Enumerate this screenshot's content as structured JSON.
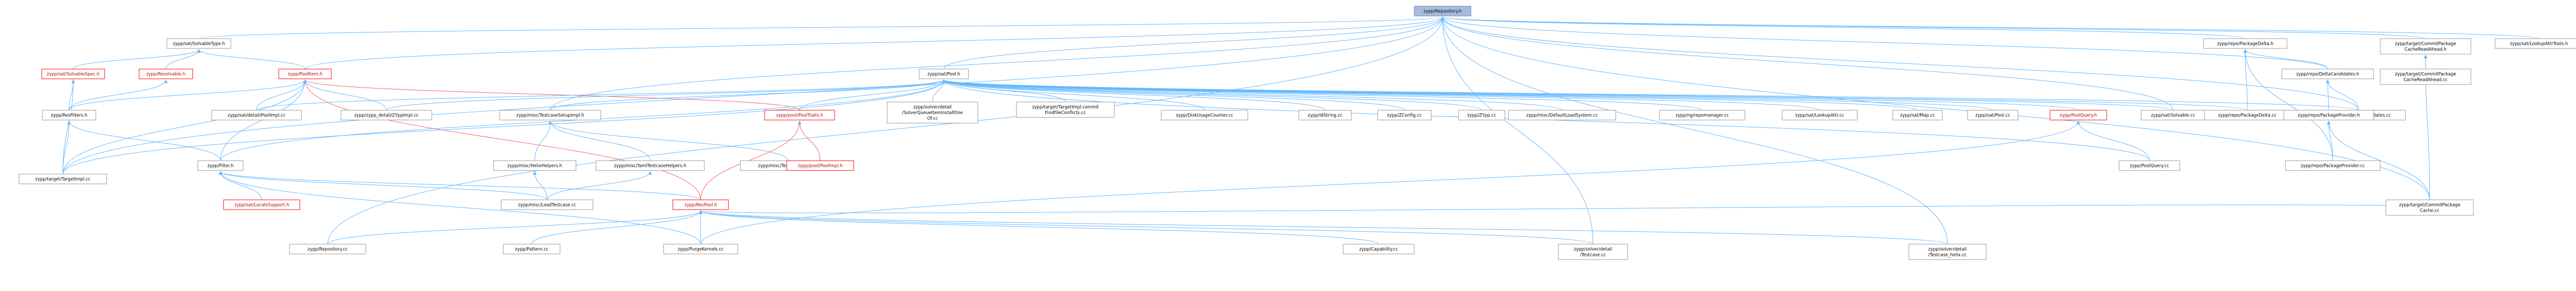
{
  "graph": {
    "colors": {
      "link": "#63b8ff",
      "missing": "#ff0000",
      "root_fill": "#a6bedb"
    },
    "nodes": [
      {
        "id": "root",
        "lines": [
          "zypp/Repository.h"
        ],
        "style": "root"
      },
      {
        "id": "sat_solvable_type",
        "lines": [
          "zypp/sat/SolvableType.h"
        ]
      },
      {
        "id": "sat_solvable_spec",
        "lines": [
          "zypp/sat/SolvableSpec.h"
        ],
        "style": "red"
      },
      {
        "id": "resolvable",
        "lines": [
          "zypp/Resolvable.h"
        ],
        "style": "red"
      },
      {
        "id": "pool_item",
        "lines": [
          "zypp/PoolItem.h"
        ],
        "style": "red"
      },
      {
        "id": "res_filters",
        "lines": [
          "zypp/ResFilters.h"
        ]
      },
      {
        "id": "target_impl",
        "lines": [
          "zypp/target/TargetImpl.cc"
        ]
      },
      {
        "id": "filter",
        "lines": [
          "zypp/Filter.h"
        ]
      },
      {
        "id": "locale_support",
        "lines": [
          "zypp/sat/LocaleSupport.h"
        ],
        "style": "red"
      },
      {
        "id": "sat_pool",
        "lines": [
          "zypp/sat/Pool.h"
        ]
      },
      {
        "id": "sat_detail_poolimpl",
        "lines": [
          "zypp/sat/detail/PoolImpl.cc"
        ]
      },
      {
        "id": "zypp_detail_zyppimpl",
        "lines": [
          "zypp/zypp_detail/ZYppImpl.cc"
        ]
      },
      {
        "id": "misc_testcase_setupimpl",
        "lines": [
          "zypp/misc/TestcaseSetupImpl.h"
        ]
      },
      {
        "id": "pool_pooltraits",
        "lines": [
          "zypp/pool/PoolTraits.h"
        ],
        "style": "red"
      },
      {
        "id": "solver_detail_solverqueue",
        "lines": [
          "zypp/solver/detail",
          "/SolverQueueItemInstallOne",
          "Of.cc"
        ]
      },
      {
        "id": "target_targetimpl_commit",
        "lines": [
          "zypp/target/TargetImpl.commit",
          "FindFileConflicts.cc"
        ]
      },
      {
        "id": "diskusagecounter",
        "lines": [
          "zypp/DiskUsageCounter.cc"
        ]
      },
      {
        "id": "idstring",
        "lines": [
          "zypp/IdString.cc"
        ]
      },
      {
        "id": "zconfig",
        "lines": [
          "zypp/ZConfig.cc"
        ]
      },
      {
        "id": "zypp_cc",
        "lines": [
          "zypp/ZYpp.cc"
        ]
      },
      {
        "id": "misc_defaultloadsystem",
        "lines": [
          "zypp/misc/DefaultLoadSystem.cc"
        ]
      },
      {
        "id": "ng_repomanager",
        "lines": [
          "zypp/ng/repomanager.cc"
        ]
      },
      {
        "id": "sat_lookupattr",
        "lines": [
          "zypp/sat/LookupAttr.cc"
        ]
      },
      {
        "id": "sat_map",
        "lines": [
          "zypp/sat/Map.cc"
        ]
      },
      {
        "id": "sat_pool_cc",
        "lines": [
          "zypp/sat/Pool.cc"
        ]
      },
      {
        "id": "poolquery_h",
        "lines": [
          "zypp/PoolQuery.h"
        ],
        "style": "red"
      },
      {
        "id": "sat_solvable_cc",
        "lines": [
          "zypp/sat/Solvable.cc"
        ]
      },
      {
        "id": "repo_packagedelta_cc",
        "lines": [
          "zypp/repo/PackageDelta.cc"
        ]
      },
      {
        "id": "repo_deltacandidates_cc",
        "lines": [
          "zypp/repo/DeltaCandidates.cc"
        ]
      },
      {
        "id": "repo_packagedelta_h",
        "lines": [
          "zypp/repo/PackageDelta.h"
        ]
      },
      {
        "id": "repo_deltacandidates_h",
        "lines": [
          "zypp/repo/DeltaCandidates.h"
        ]
      },
      {
        "id": "repo_packageprovider_h",
        "lines": [
          "zypp/repo/PackageProvider.h"
        ]
      },
      {
        "id": "repo_packageprovider_cc",
        "lines": [
          "zypp/repo/PackageProvider.cc"
        ]
      },
      {
        "id": "target_commitpkg_h",
        "lines": [
          "zypp/target/CommitPackage",
          "CacheReadAhead.h"
        ]
      },
      {
        "id": "target_commitpkg_cc",
        "lines": [
          "zypp/target/CommitPackage",
          "CacheReadAhead.cc"
        ]
      },
      {
        "id": "target_commitpkgcache_cc",
        "lines": [
          "zypp/target/CommitPackage",
          "Cache.cc"
        ]
      },
      {
        "id": "sat_lookupattrtools",
        "lines": [
          "zypp/sat/LookupAttrTools.h"
        ]
      },
      {
        "id": "misc_helixhelpers",
        "lines": [
          "zypp/misc/HelixHelpers.h"
        ]
      },
      {
        "id": "misc_yamltestcasehelpers",
        "lines": [
          "zypp/misc/YamlTestcaseHelpers.h"
        ]
      },
      {
        "id": "misc_testcasesetup_cc",
        "lines": [
          "zypp/misc/TestcaseSetup.cc"
        ]
      },
      {
        "id": "misc_loadtestcase",
        "lines": [
          "zypp/misc/LoadTestcase.cc"
        ]
      },
      {
        "id": "pool_poolimpl",
        "lines": [
          "zypp/pool/PoolImpl.h"
        ],
        "style": "red"
      },
      {
        "id": "poolquery_cc",
        "lines": [
          "zypp/PoolQuery.cc"
        ]
      },
      {
        "id": "respool",
        "lines": [
          "zypp/ResPool.h"
        ],
        "style": "red"
      },
      {
        "id": "repository_cc",
        "lines": [
          "zypp/Repository.cc"
        ]
      },
      {
        "id": "pattern_cc",
        "lines": [
          "zypp/Pattern.cc"
        ]
      },
      {
        "id": "purgekernels",
        "lines": [
          "zypp/PurgeKernels.cc"
        ]
      },
      {
        "id": "capability_cc",
        "lines": [
          "zypp/Capability.cc"
        ]
      },
      {
        "id": "solver_testcase",
        "lines": [
          "zypp/solver/detail",
          "/Testcase.cc"
        ]
      },
      {
        "id": "solver_testcase_helix",
        "lines": [
          "zypp/solver/detail",
          "/Testcase_helix.cc"
        ]
      }
    ],
    "edges": [
      [
        "sat_solvable_type",
        "root"
      ],
      [
        "pool_item",
        "root"
      ],
      [
        "sat_pool",
        "root"
      ],
      [
        "repo_packagedelta_h",
        "root"
      ],
      [
        "repo_deltacandidates_h",
        "root"
      ],
      [
        "target_commitpkg_h",
        "root"
      ],
      [
        "sat_lookupattrtools",
        "root"
      ],
      [
        "repository_cc",
        "root"
      ],
      [
        "target_impl",
        "root"
      ],
      [
        "repo_deltacandidates_cc",
        "root"
      ],
      [
        "sat_solvable_cc",
        "root"
      ],
      [
        "misc_testcase_setupimpl",
        "root"
      ],
      [
        "solver_testcase",
        "root"
      ],
      [
        "solver_testcase_helix",
        "root"
      ],
      [
        "target_commitpkgcache_cc",
        "root"
      ],
      [
        "sat_solvable_spec",
        "sat_solvable_type"
      ],
      [
        "resolvable",
        "sat_solvable_type"
      ],
      [
        "pool_item",
        "sat_solvable_type"
      ],
      [
        "res_filters",
        "sat_solvable_spec"
      ],
      [
        "target_impl",
        "sat_solvable_spec"
      ],
      [
        "res_filters",
        "resolvable"
      ],
      [
        "res_filters",
        "pool_item"
      ],
      [
        "sat_detail_poolimpl",
        "pool_item"
      ],
      [
        "zypp_detail_zyppimpl",
        "pool_item"
      ],
      [
        "pool_pooltraits",
        "pool_item"
      ],
      [
        "filter",
        "pool_item"
      ],
      [
        "target_impl",
        "pool_item"
      ],
      [
        "respool",
        "pool_item"
      ],
      [
        "filter",
        "res_filters"
      ],
      [
        "target_impl",
        "res_filters"
      ],
      [
        "locale_support",
        "filter"
      ],
      [
        "misc_loadtestcase",
        "filter"
      ],
      [
        "respool",
        "filter"
      ],
      [
        "purgekernels",
        "filter"
      ],
      [
        "sat_detail_poolimpl",
        "sat_pool"
      ],
      [
        "zypp_detail_zyppimpl",
        "sat_pool"
      ],
      [
        "misc_testcase_setupimpl",
        "sat_pool"
      ],
      [
        "pool_pooltraits",
        "sat_pool"
      ],
      [
        "solver_detail_solverqueue",
        "sat_pool"
      ],
      [
        "target_targetimpl_commit",
        "sat_pool"
      ],
      [
        "diskusagecounter",
        "sat_pool"
      ],
      [
        "idstring",
        "sat_pool"
      ],
      [
        "zconfig",
        "sat_pool"
      ],
      [
        "zypp_cc",
        "sat_pool"
      ],
      [
        "misc_defaultloadsystem",
        "sat_pool"
      ],
      [
        "ng_repomanager",
        "sat_pool"
      ],
      [
        "sat_lookupattr",
        "sat_pool"
      ],
      [
        "sat_map",
        "sat_pool"
      ],
      [
        "sat_pool_cc",
        "sat_pool"
      ],
      [
        "poolquery_h",
        "sat_pool"
      ],
      [
        "sat_solvable_cc",
        "sat_pool"
      ],
      [
        "repo_packagedelta_cc",
        "sat_pool"
      ],
      [
        "repo_deltacandidates_cc",
        "sat_pool"
      ],
      [
        "filter",
        "sat_pool"
      ],
      [
        "target_impl",
        "sat_pool"
      ],
      [
        "poolquery_cc",
        "sat_pool"
      ],
      [
        "misc_helixhelpers",
        "misc_testcase_setupimpl"
      ],
      [
        "misc_yamltestcasehelpers",
        "misc_testcase_setupimpl"
      ],
      [
        "misc_testcasesetup_cc",
        "misc_testcase_setupimpl"
      ],
      [
        "pool_poolimpl",
        "pool_pooltraits"
      ],
      [
        "respool",
        "pool_pooltraits"
      ],
      [
        "poolquery_cc",
        "poolquery_h"
      ],
      [
        "purgekernels",
        "poolquery_h"
      ],
      [
        "repo_packagedelta_cc",
        "repo_packagedelta_h"
      ],
      [
        "repo_deltacandidates_h",
        "repo_packagedelta_h"
      ],
      [
        "repo_packageprovider_cc",
        "repo_packagedelta_h"
      ],
      [
        "repo_deltacandidates_cc",
        "repo_deltacandidates_h"
      ],
      [
        "repo_packageprovider_h",
        "repo_deltacandidates_h"
      ],
      [
        "repo_packageprovider_cc",
        "repo_packageprovider_h"
      ],
      [
        "target_commitpkgcache_cc",
        "repo_packageprovider_h"
      ],
      [
        "target_commitpkg_cc",
        "target_commitpkg_h"
      ],
      [
        "target_commitpkgcache_cc",
        "target_commitpkg_h"
      ],
      [
        "misc_loadtestcase",
        "misc_helixhelpers"
      ],
      [
        "misc_loadtestcase",
        "misc_yamltestcasehelpers"
      ],
      [
        "repository_cc",
        "respool"
      ],
      [
        "pattern_cc",
        "respool"
      ],
      [
        "purgekernels",
        "respool"
      ],
      [
        "capability_cc",
        "respool"
      ],
      [
        "solver_testcase",
        "respool"
      ],
      [
        "solver_testcase_helix",
        "respool"
      ],
      [
        "target_commitpkgcache_cc",
        "respool"
      ]
    ]
  }
}
